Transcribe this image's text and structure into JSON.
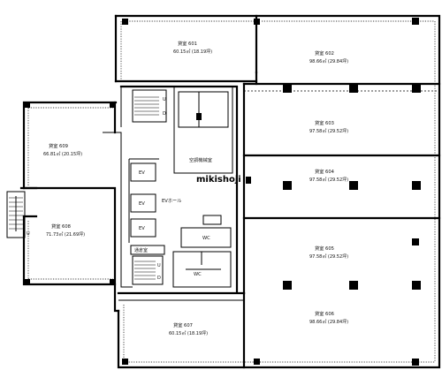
{
  "watermark": "mikishoji",
  "rooms": {
    "r601": {
      "name": "貸室 601",
      "area": "60.15㎡ (18.19坪)"
    },
    "r602": {
      "name": "貸室 602",
      "area": "98.66㎡ (29.84坪)"
    },
    "r603": {
      "name": "貸室 603",
      "area": "97.58㎡ (29.52坪)"
    },
    "r604": {
      "name": "貸室 604",
      "area": "97.58㎡ (29.52坪)"
    },
    "r605": {
      "name": "貸室 605",
      "area": "97.58㎡ (29.52坪)"
    },
    "r606": {
      "name": "貸室 606",
      "area": "98.66㎡ (29.84坪)"
    },
    "r607": {
      "name": "貸室 607",
      "area": "60.15㎡ (18.19坪)"
    },
    "r608": {
      "name": "貸室 608",
      "area": "71.73㎡ (21.69坪)"
    },
    "r609": {
      "name": "貸室 609",
      "area": "66.81㎡ (20.15坪)"
    }
  },
  "core": {
    "machine_room": "空調機械室",
    "ev_hall": "EVホール",
    "ev": "EV",
    "wc": "WC",
    "storage": "通倉室",
    "up": "U",
    "down": "D"
  }
}
